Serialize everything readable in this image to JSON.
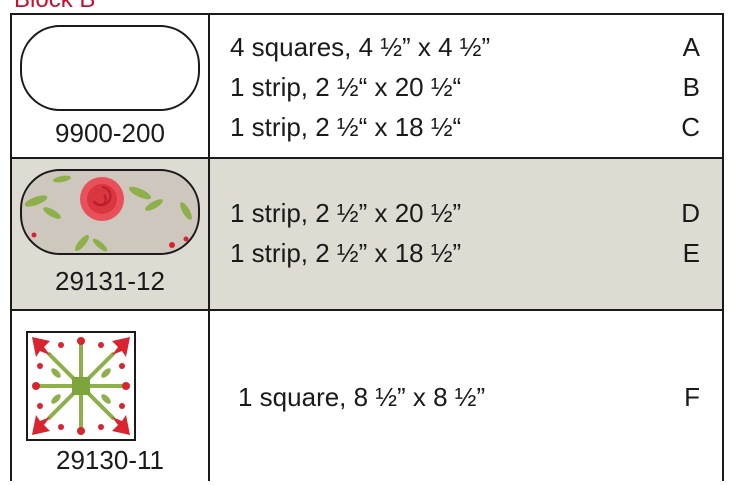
{
  "block_heading": "Block B",
  "rows": [
    {
      "code": "9900-200",
      "swatch": "plain-white-fabric-swatch",
      "cuts": [
        {
          "text": "4 squares, 4 ½” x 4 ½”",
          "letter": "A"
        },
        {
          "text": "1 strip, 2 ½“ x 20 ½“",
          "letter": "B"
        },
        {
          "text": "1 strip, 2 ½“ x 18 ½“",
          "letter": "C"
        }
      ]
    },
    {
      "code": "29131-12",
      "swatch": "floral-rose-fabric-swatch",
      "cuts": [
        {
          "text": "1 strip, 2 ½” x 20 ½”",
          "letter": "D"
        },
        {
          "text": "1 strip, 2 ½” x 18 ½”",
          "letter": "E"
        }
      ]
    },
    {
      "code": "29130-11",
      "swatch": "appliqué-block-print-swatch",
      "cuts": [
        {
          "text": "1 square, 8 ½” x 8 ½”",
          "letter": "F"
        }
      ]
    }
  ],
  "colors": {
    "heading_red": "#c8102e",
    "highlight_row": "#dedbd2",
    "border": "#1a1a1a",
    "leaf_green": "#8db04a",
    "flower_red": "#d9232e",
    "rose_pink": "#e8505b"
  }
}
